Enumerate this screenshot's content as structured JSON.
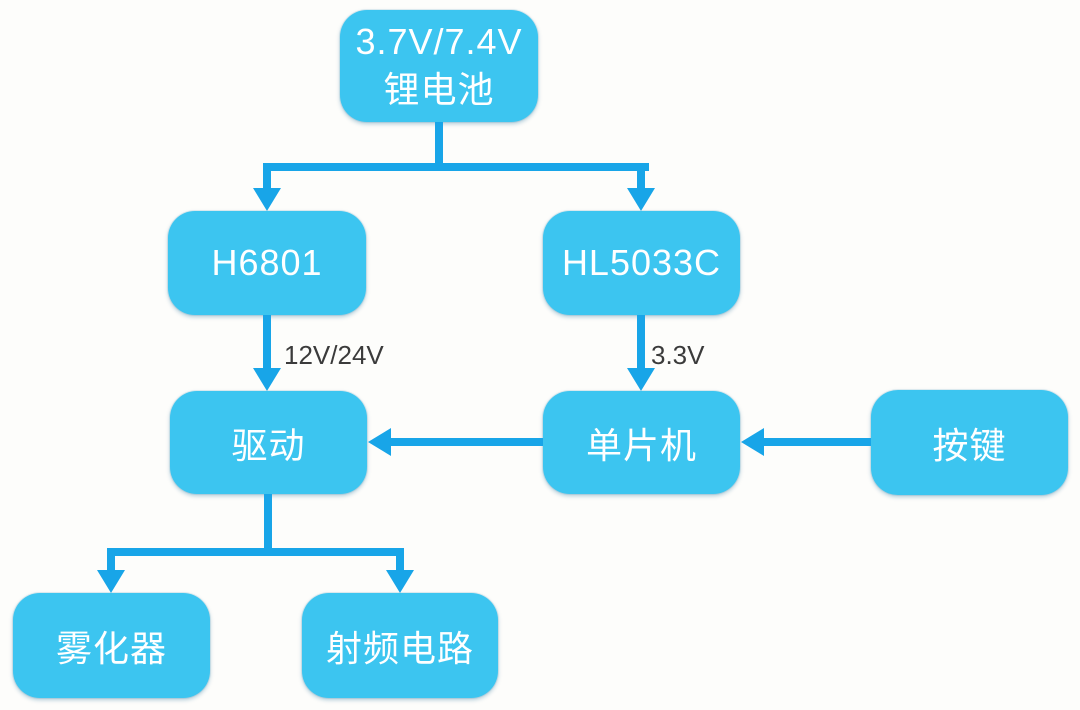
{
  "diagram": {
    "type": "flowchart",
    "description": "Power and control block diagram of an atomizer device",
    "colors": {
      "node_fill": "#3cc5f0",
      "line": "#18a5e8",
      "node_text": "#ffffff",
      "edge_label_text": "#3b3b3b",
      "background": "#fdfdfb"
    },
    "nodes": {
      "battery": {
        "label_line1": "3.7V/7.4V",
        "label_line2": "锂电池"
      },
      "h6801": {
        "label": "H6801"
      },
      "hl5033c": {
        "label": "HL5033C"
      },
      "drive": {
        "label": "驱动"
      },
      "mcu": {
        "label": "单片机"
      },
      "key": {
        "label": "按键"
      },
      "atomizer": {
        "label": "雾化器"
      },
      "rf_circuit": {
        "label": "射频电路"
      }
    },
    "edges": [
      {
        "from": "battery",
        "to": "h6801",
        "label": ""
      },
      {
        "from": "battery",
        "to": "hl5033c",
        "label": ""
      },
      {
        "from": "h6801",
        "to": "drive",
        "label": "12V/24V"
      },
      {
        "from": "hl5033c",
        "to": "mcu",
        "label": "3.3V"
      },
      {
        "from": "key",
        "to": "mcu",
        "label": ""
      },
      {
        "from": "mcu",
        "to": "drive",
        "label": ""
      },
      {
        "from": "drive",
        "to": "atomizer",
        "label": ""
      },
      {
        "from": "drive",
        "to": "rf_circuit",
        "label": ""
      }
    ],
    "edge_labels": {
      "h6801_to_drive": "12V/24V",
      "hl5033c_to_mcu": "3.3V"
    }
  }
}
